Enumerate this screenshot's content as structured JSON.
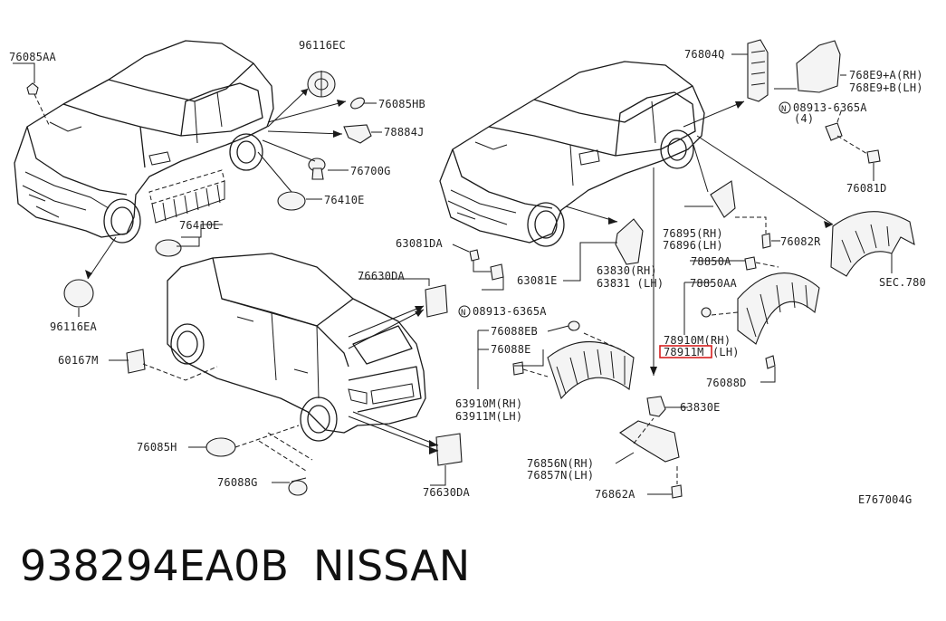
{
  "diagram": {
    "code": "E767004G",
    "highlight_label": "78911M",
    "labels": {
      "l_76085AA": "76085AA",
      "l_96116EC": "96116EC",
      "l_76085HB": "76085HB",
      "l_78884J": "78884J",
      "l_76700G": "76700G",
      "l_76410E_a": "76410E",
      "l_76410E_b": "76410E",
      "l_96116EA": "96116EA",
      "l_76630DA_a": "76630DA",
      "l_76630DA_b": "76630DA",
      "l_60167M": "60167M",
      "l_76085H": "76085H",
      "l_76088G": "76088G",
      "l_63081DA": "63081DA",
      "l_63081E": "63081E",
      "l_63830RH": "63830(RH)",
      "l_63831LH": "63831 (LH)",
      "l_08913_6365A_mid": "08913-6365A",
      "l_76088EB": "76088EB",
      "l_76088E": "76088E",
      "l_63910M": "63910M(RH)",
      "l_63911M": "63911M(LH)",
      "l_76804Q": "76804Q",
      "l_768E9A": "768E9+A(RH)",
      "l_768E9B": "768E9+B(LH)",
      "l_08913_6365A_top": "08913-6365A",
      "l_qty4": "(4)",
      "l_76081D": "76081D",
      "l_76895": "76895(RH)",
      "l_76896": "76896(LH)",
      "l_76082R": "76082R",
      "l_78850A": "78850A",
      "l_78850AA": "78850AA",
      "l_SEC780": "SEC.780",
      "l_78910M": "78910M(RH)",
      "l_78911M_lh": "(LH)",
      "l_76088D": "76088D",
      "l_63830E": "63830E",
      "l_76856N": "76856N(RH)",
      "l_76857N": "76857N(LH)",
      "l_76862A": "76862A",
      "l_N_mid": "N",
      "l_N_top": "N"
    }
  },
  "footer": {
    "part_number": "938294EA0B",
    "brand": "NISSAN"
  }
}
